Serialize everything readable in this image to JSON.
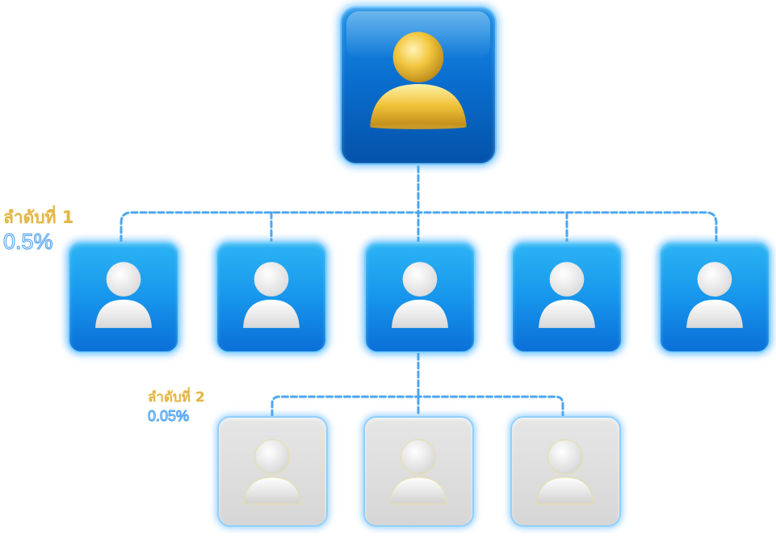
{
  "diagram": {
    "root": {
      "icon": "gold-person-icon"
    },
    "levels": [
      {
        "name": "ลำดับที่ 1",
        "rate": "0.5%",
        "node_count": 5,
        "icon": "white-person-icon",
        "color": "#1796ec"
      },
      {
        "name": "ลำดับที่ 2",
        "rate": "0.05%",
        "node_count": 3,
        "icon": "white-person-icon",
        "color": "#d9d9d9"
      }
    ],
    "colors": {
      "connector": "#4da6f0",
      "label_name": "#e2b548",
      "label_rate_outline": "#5aa8f0"
    }
  }
}
